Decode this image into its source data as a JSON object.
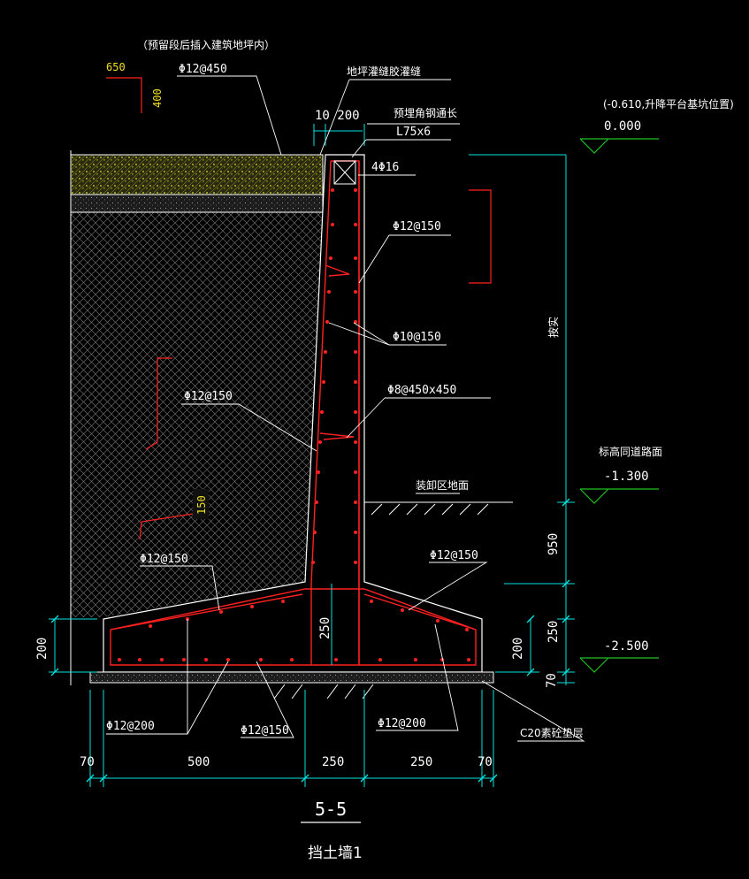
{
  "drawing": {
    "section_title": "5-5",
    "subtitle": "挡土墙1",
    "top_note": "（预留段后插入建筑地坪内）",
    "top_left_dim_h": "650",
    "top_left_dim_v": "400",
    "rebar_top_slab": "Φ12@450",
    "joint_note": "地坪灌缝胶灌缝",
    "dim_10_200": "10 200",
    "angle_steel_note": "预埋角钢通长",
    "angle_steel_size": "L75x6",
    "rebar_4phi16": "4Φ16",
    "elev_top_note": "(-0.610,升降平台基坑位置)",
    "elev_top": "0.000",
    "rebar_wall_outer": "Φ12@150",
    "rebar_wall_dist": "Φ10@150",
    "rebar_tie": "Φ8@450x450",
    "rebar_wall_inner": "Φ12@150",
    "dim_vertical_wall": "按实",
    "elev_mid_note": "标高同道路面",
    "elev_mid": "-1.300",
    "ground_note": "装卸区地面",
    "dim_150": "150",
    "rebar_heel_top": "Φ12@150",
    "rebar_toe_top": "Φ12@150",
    "dim_950": "950",
    "dim_250_right": "250",
    "dim_250_wall": "250",
    "dim_200_left": "200",
    "dim_200_right": "200",
    "elev_bottom": "-2.500",
    "dim_70_right": "70",
    "rebar_heel_bottom": "Φ12@200",
    "rebar_base_mid": "Φ12@150",
    "rebar_toe_bottom": "Φ12@200",
    "concrete_note": "C20素砼垫层",
    "dim_bottom": [
      "70",
      "500",
      "250",
      "250",
      "70"
    ]
  },
  "colors": {
    "background": "#000000",
    "outline": "#ffffff",
    "rebar": "#ff2020",
    "dimension": "#00e5e5",
    "elevation_marker": "#20c020",
    "highlight": "#f0e020"
  }
}
